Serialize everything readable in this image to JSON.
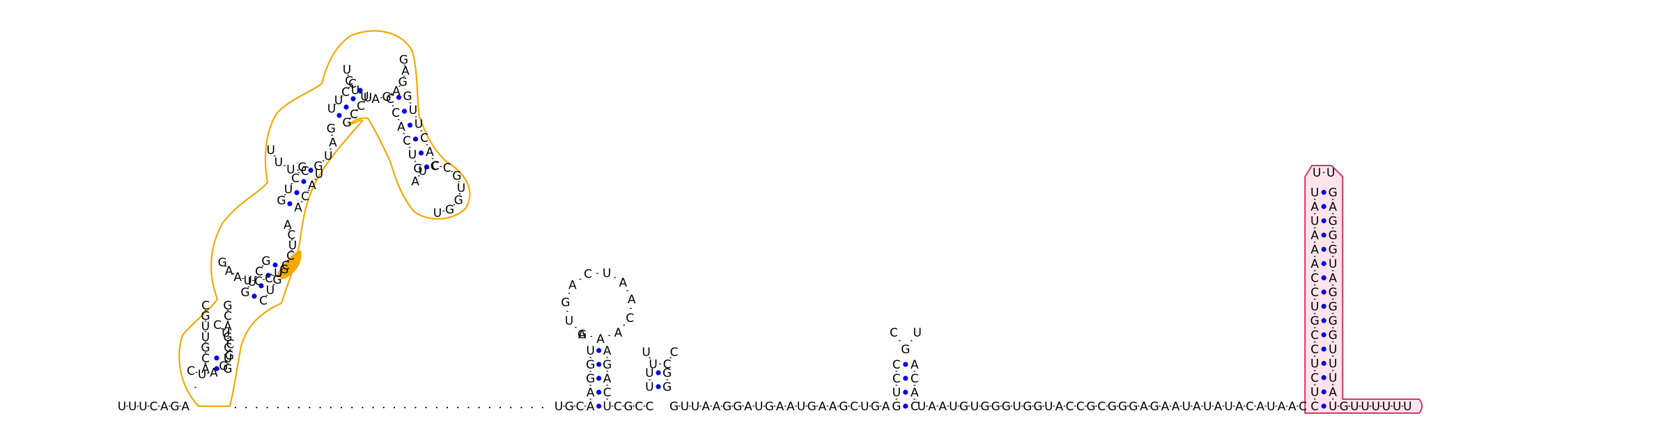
{
  "diagram": {
    "colors": {
      "rfam_outline": "#f3a900",
      "rfam_fill": "#ffffff",
      "rfam_highlight": "#f3a900",
      "terminator_outline": "#d6336c",
      "terminator_fill": "#fde4ec",
      "base_pair_dot": "#0000ee",
      "backbone": "#000000"
    },
    "leader": "UUUCAGA",
    "stem1_5prime": "CGUUGCA",
    "stem1_3prime": "GUCGACG",
    "helix1_left": "CUAG",
    "helix1_right": "GCUC",
    "interior1_left": "GAAU",
    "interior1_right": "CCUCCUCA",
    "helix2_left": "GUCG",
    "helix2_right": "CUGG",
    "hairpin_a_loop": "AUCCGUGGUGGCAGUGGUCG",
    "linker_dots": 30,
    "hairpin_b_stem_left": "UGC",
    "hairpin_b_stem_5prime": "AAGGU",
    "hairpin_b_loop": "GAACAAUCAGUA",
    "hairpin_b_stem_3prime": "AGACU",
    "spacer_b_c": "CGCC",
    "hairpin_c_stem_left": "UU",
    "hairpin_c_loop": "UUCC",
    "hairpin_c_stem_right": "GG",
    "middle_seq": "GUUAAGGAUGAAUGAAGCUGA",
    "hairpin_d_stem_5prime": "GUCC",
    "hairpin_d_loop": "CGU",
    "hairpin_d_stem_3prime": "ACAC",
    "tail_seq": "UAAUGUGGGUGGUACCGCGGGAGAAUAUAUACAUAAC",
    "terminator_5prime": "CUCUCCGUCCAAAUAU",
    "terminator_loop": "UU",
    "terminator_3prime": "UAUUUGGGGAUGGGAG",
    "trailer": "GUUUUUU"
  }
}
